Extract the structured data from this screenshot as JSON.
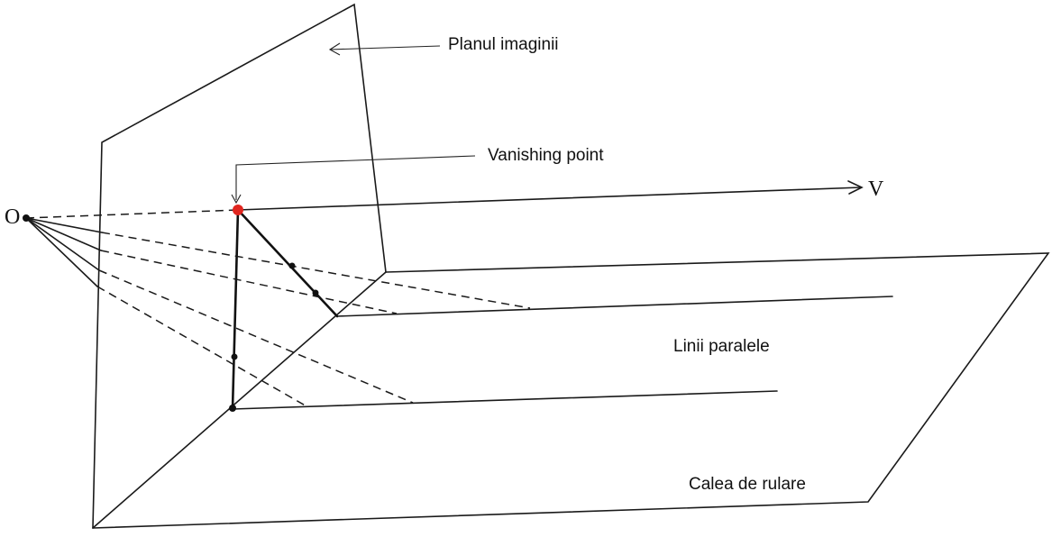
{
  "labels": {
    "origin": "O",
    "direction": "V",
    "image_plane": "Planul imaginii",
    "vanishing_point": "Vanishing point",
    "parallel_lines": "Linii paralele",
    "road": "Calea de rulare"
  },
  "colors": {
    "vanishing_point": "#e0261f",
    "ink": "#1a1a1a"
  }
}
